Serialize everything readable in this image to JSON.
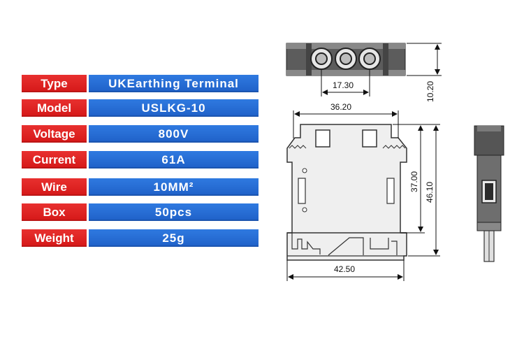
{
  "specs": [
    {
      "label": "Type",
      "value": "UKEarthing Terminal"
    },
    {
      "label": "Model",
      "value": "USLKG-10"
    },
    {
      "label": "Voltage",
      "value": "800V"
    },
    {
      "label": "Current",
      "value": "61A"
    },
    {
      "label": "Wire",
      "value": "10MM²"
    },
    {
      "label": "Box",
      "value": "50pcs"
    },
    {
      "label": "Weight",
      "value": "25g"
    }
  ],
  "dimensions": {
    "top_pitch": "17.30",
    "top_height": "10.20",
    "width_top": "36.20",
    "height_inner": "37.00",
    "height_total": "46.10",
    "width_bottom": "42.50"
  },
  "colors": {
    "label_red": "#e02424",
    "value_blue": "#2a6fd6",
    "drawing_gray": "#6b6b6b"
  }
}
